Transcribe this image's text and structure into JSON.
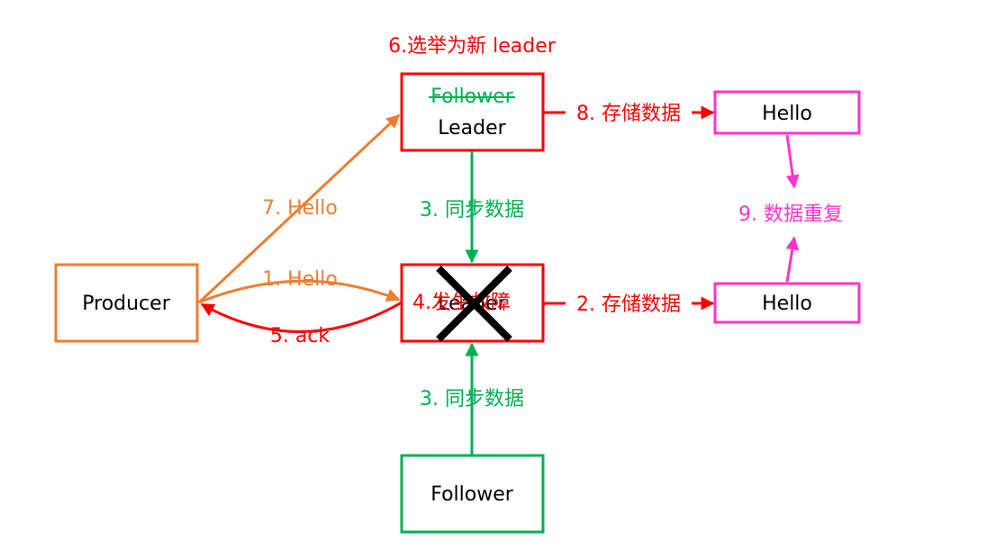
{
  "colors": {
    "orange": "#ED7D31",
    "red": "#FF0000",
    "green": "#00B050",
    "magenta": "#FF33CC",
    "black": "#000000"
  },
  "nodes": {
    "producer": "Producer",
    "top_broker_old_role": "Follower",
    "top_broker_new_role": "Leader",
    "middle_broker_role": "Leader",
    "bottom_broker": "Follower",
    "top_storage": "Hello",
    "middle_storage": "Hello"
  },
  "labels": {
    "step1": "1. Hello",
    "step2": "2. 存储数据",
    "step3_upper": "3. 同步数据",
    "step3_lower": "3. 同步数据",
    "step4": "4.发生故障",
    "step5": "5. ack",
    "step6": "6.选举为新 leader",
    "step7": "7. Hello",
    "step8": "8. 存储数据",
    "step9": "9. 数据重复"
  },
  "icons": {
    "failure_mark": "x-cross-icon"
  }
}
